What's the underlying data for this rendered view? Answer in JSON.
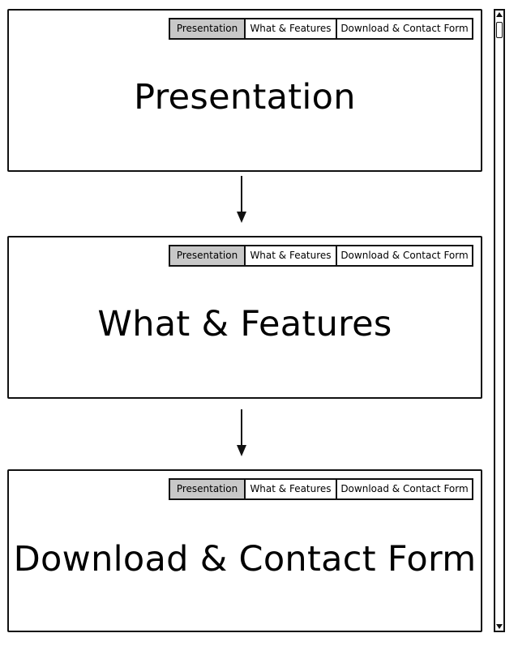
{
  "panels": [
    {
      "title": "Presentation",
      "tabs": [
        {
          "label": "Presentation",
          "active": true
        },
        {
          "label": "What & Features",
          "active": false
        },
        {
          "label": "Download & Contact Form",
          "active": false
        }
      ]
    },
    {
      "title": "What & Features",
      "tabs": [
        {
          "label": "Presentation",
          "active": true
        },
        {
          "label": "What & Features",
          "active": false
        },
        {
          "label": "Download & Contact Form",
          "active": false
        }
      ]
    },
    {
      "title": "Download & Contact Form",
      "tabs": [
        {
          "label": "Presentation",
          "active": true
        },
        {
          "label": "What & Features",
          "active": false
        },
        {
          "label": "Download & Contact Form",
          "active": false
        }
      ]
    }
  ],
  "icons": {
    "flow_arrow": "arrow-down-icon",
    "scroll_up": "scroll-up-arrow-icon",
    "scroll_down": "scroll-down-arrow-icon"
  },
  "colors": {
    "active_tab": "#c8c8c8",
    "border": "#111111",
    "background": "#ffffff"
  }
}
